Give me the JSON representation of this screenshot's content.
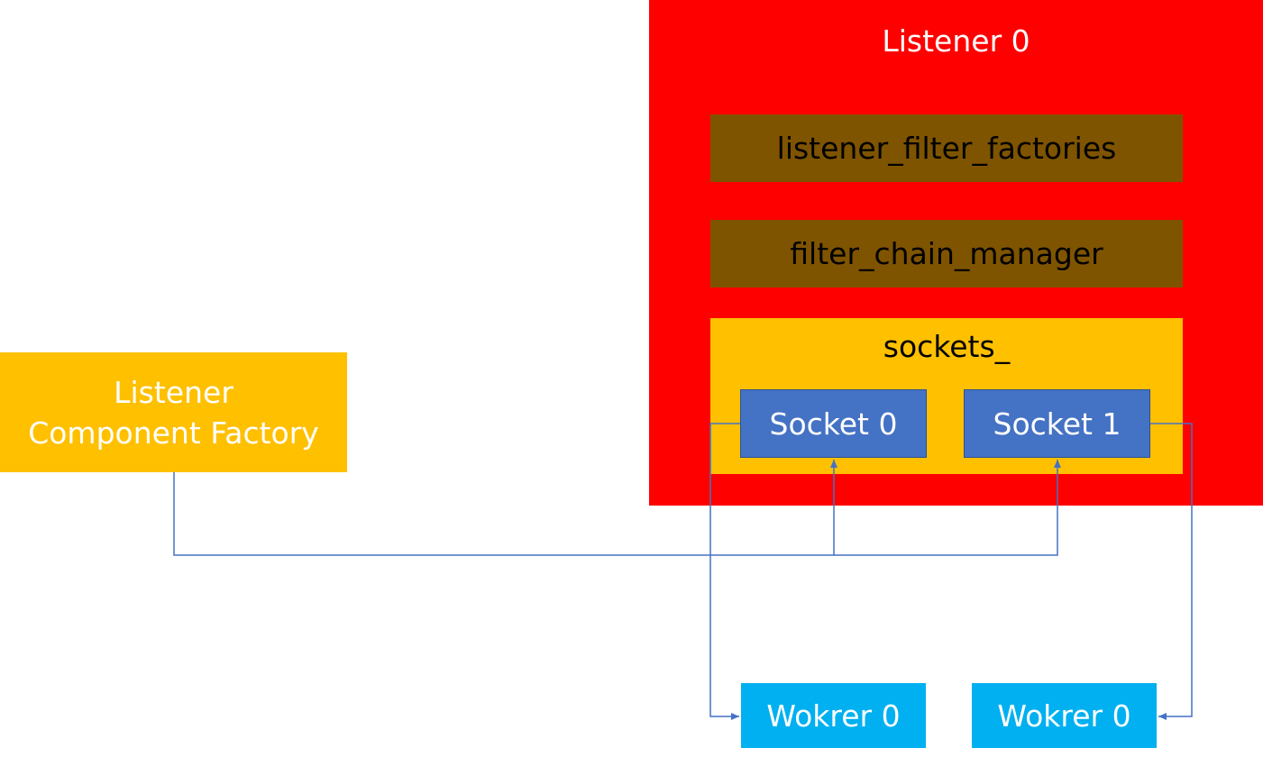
{
  "diagram": {
    "factory": {
      "line1": "Listener",
      "line2": "Component Factory"
    },
    "listener": {
      "title": "Listener 0",
      "listener_filter_factories": "listener_filter_factories",
      "filter_chain_manager": "filter_chain_manager",
      "sockets": {
        "title": "sockets_",
        "socket0": "Socket 0",
        "socket1": "Socket 1"
      }
    },
    "workers": {
      "worker_left": "Wokrer 0",
      "worker_right": "Wokrer 0"
    },
    "colors": {
      "listener_bg": "#ff0000",
      "factory_bg": "#ffc000",
      "filter_bg": "#7f5400",
      "socket_bg": "#4472c4",
      "worker_bg": "#00b0f0",
      "connector": "#4472c4"
    }
  }
}
